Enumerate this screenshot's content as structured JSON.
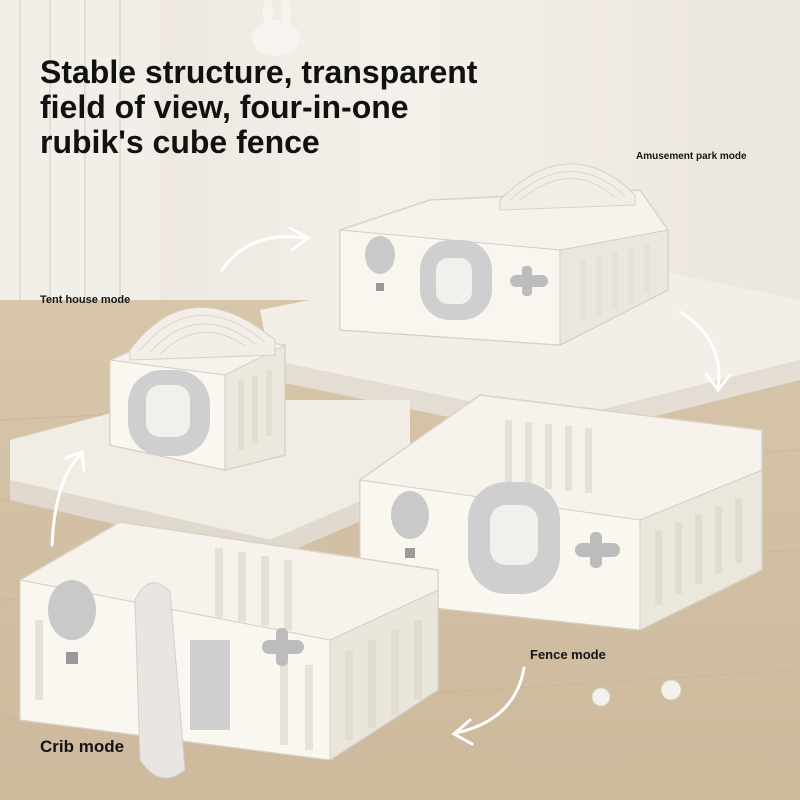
{
  "headline": {
    "lines": [
      "Stable structure, transparent",
      "field of view, four-in-one",
      "rubik's cube fence"
    ]
  },
  "modes": {
    "amusement_park": "Amusement park mode",
    "tent_house": "Tent house mode",
    "fence": "Fence mode",
    "crib": "Crib mode"
  },
  "colors": {
    "wall": "#f0ebe3",
    "floor": "#d9c7ad",
    "fence_panel": "#f6f2ea",
    "accent_gray": "#b9b9b9",
    "text": "#111111",
    "arrow": "#ffffff"
  },
  "icons": [
    "hot-air-balloon-icon",
    "airplane-icon",
    "rocket-door-icon",
    "arrow-icon"
  ]
}
